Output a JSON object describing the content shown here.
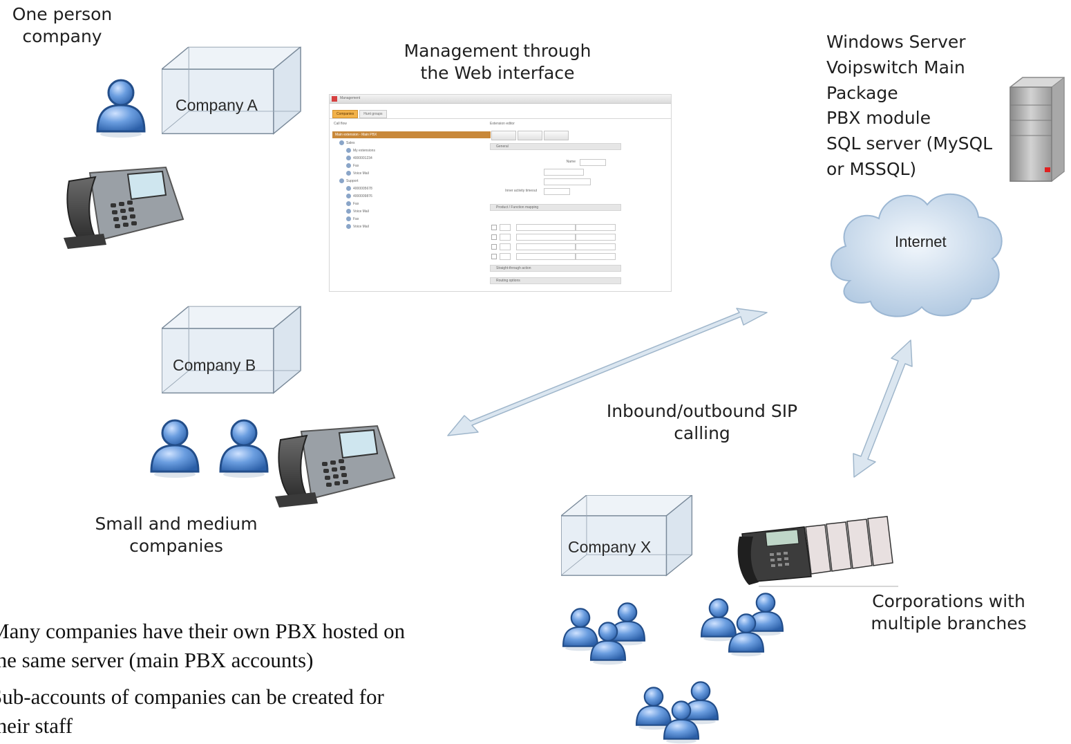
{
  "labels": {
    "one_person_line1": "One person",
    "one_person_line2": "company",
    "management_line1": "Management through",
    "management_line2": "the Web interface",
    "server_lines": [
      "Windows Server",
      "Voipswitch Main",
      "Package",
      "PBX module",
      "SQL server (MySQL",
      "or MSSQL)"
    ],
    "internet": "Internet",
    "company_a": "Company A",
    "company_b": "Company B",
    "company_x": "Company X",
    "small_medium_line1": "Small and medium",
    "small_medium_line2": "companies",
    "sip_line1": "Inbound/outbound SIP",
    "sip_line2": "calling",
    "corporations_line1": "Corporations with",
    "corporations_line2": "multiple branches"
  },
  "bullets": [
    "Many companies have their own PBX hosted on",
    "the same server (main PBX accounts)",
    "Sub-accounts of companies can be created for",
    "their staff"
  ],
  "colors": {
    "box_stroke": "#7a8a9a",
    "box_fill": "#e6eef6",
    "person_blue": "#5b8fd1",
    "arrow_fill": "#dbe6f0",
    "cloud": "#c9dcee",
    "server": "#b9b9b9",
    "server_led": "#e02020"
  },
  "icons": [
    "person-icon",
    "desk-phone-icon",
    "server-icon",
    "cloud-icon",
    "cube-icon",
    "double-arrow-icon",
    "conference-phone-icon"
  ]
}
